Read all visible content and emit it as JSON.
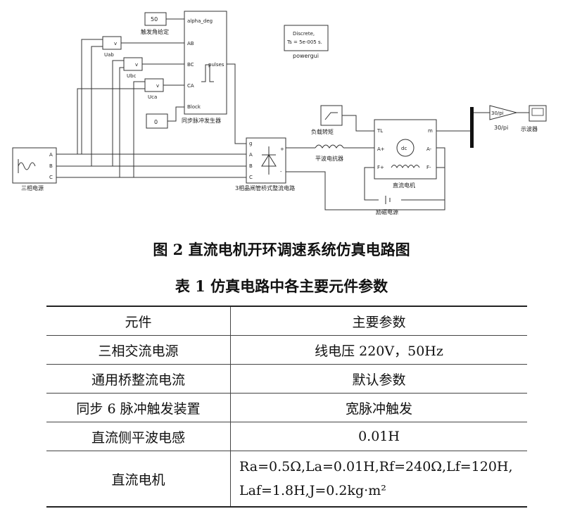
{
  "diagram": {
    "blocks": {
      "source": "三相电源",
      "const_alpha": "50",
      "alpha_label": "触发角给定",
      "const_block": "0",
      "pulse_gen": {
        "ports_in": [
          "alpha_deg",
          "AB",
          "BC",
          "CA",
          "Block"
        ],
        "port_out": "pulses",
        "label": "同步脉冲发生器"
      },
      "v_meas": [
        "Uab",
        "Ubc",
        "Uca"
      ],
      "v_sign": "v",
      "powergui": {
        "line1": "Discrete,",
        "line2": "Ts = 5e-005 s.",
        "label": "powergui"
      },
      "rectifier": {
        "port_g": "g",
        "ports": [
          "A",
          "B",
          "C"
        ],
        "plus": "+",
        "minus": "-",
        "label": "3相晶闸管桥式整流电路"
      },
      "inductor": "平波电抗器",
      "load_torque": "负载转矩",
      "motor": {
        "ports_left": [
          "TL",
          "A+",
          "F+"
        ],
        "ports_right": [
          "m",
          "A-",
          "F-"
        ],
        "core": "dc",
        "label": "直流电机"
      },
      "field_source": "励磁电源",
      "gain": "30/pi",
      "scope": "示波器",
      "source_ports": [
        "A",
        "B",
        "C"
      ]
    }
  },
  "figure_caption": "图 2  直流电机开环调速系统仿真电路图",
  "table_caption": "表 1  仿真电路中各主要元件参数",
  "table": {
    "headers": [
      "元件",
      "主要参数"
    ],
    "rows": [
      [
        "三相交流电源",
        "线电压 220V，50Hz"
      ],
      [
        "通用桥整流电流",
        "默认参数"
      ],
      [
        "同步 6 脉冲触发装置",
        "宽脉冲触发"
      ],
      [
        "直流侧平波电感",
        "0.01H"
      ]
    ],
    "motor_row": {
      "name": "直流电机",
      "line1": "Ra=0.5Ω,La=0.01H,Rf=240Ω,Lf=120H,",
      "line2": "Laf=1.8H,J=0.2kg·m²"
    }
  }
}
